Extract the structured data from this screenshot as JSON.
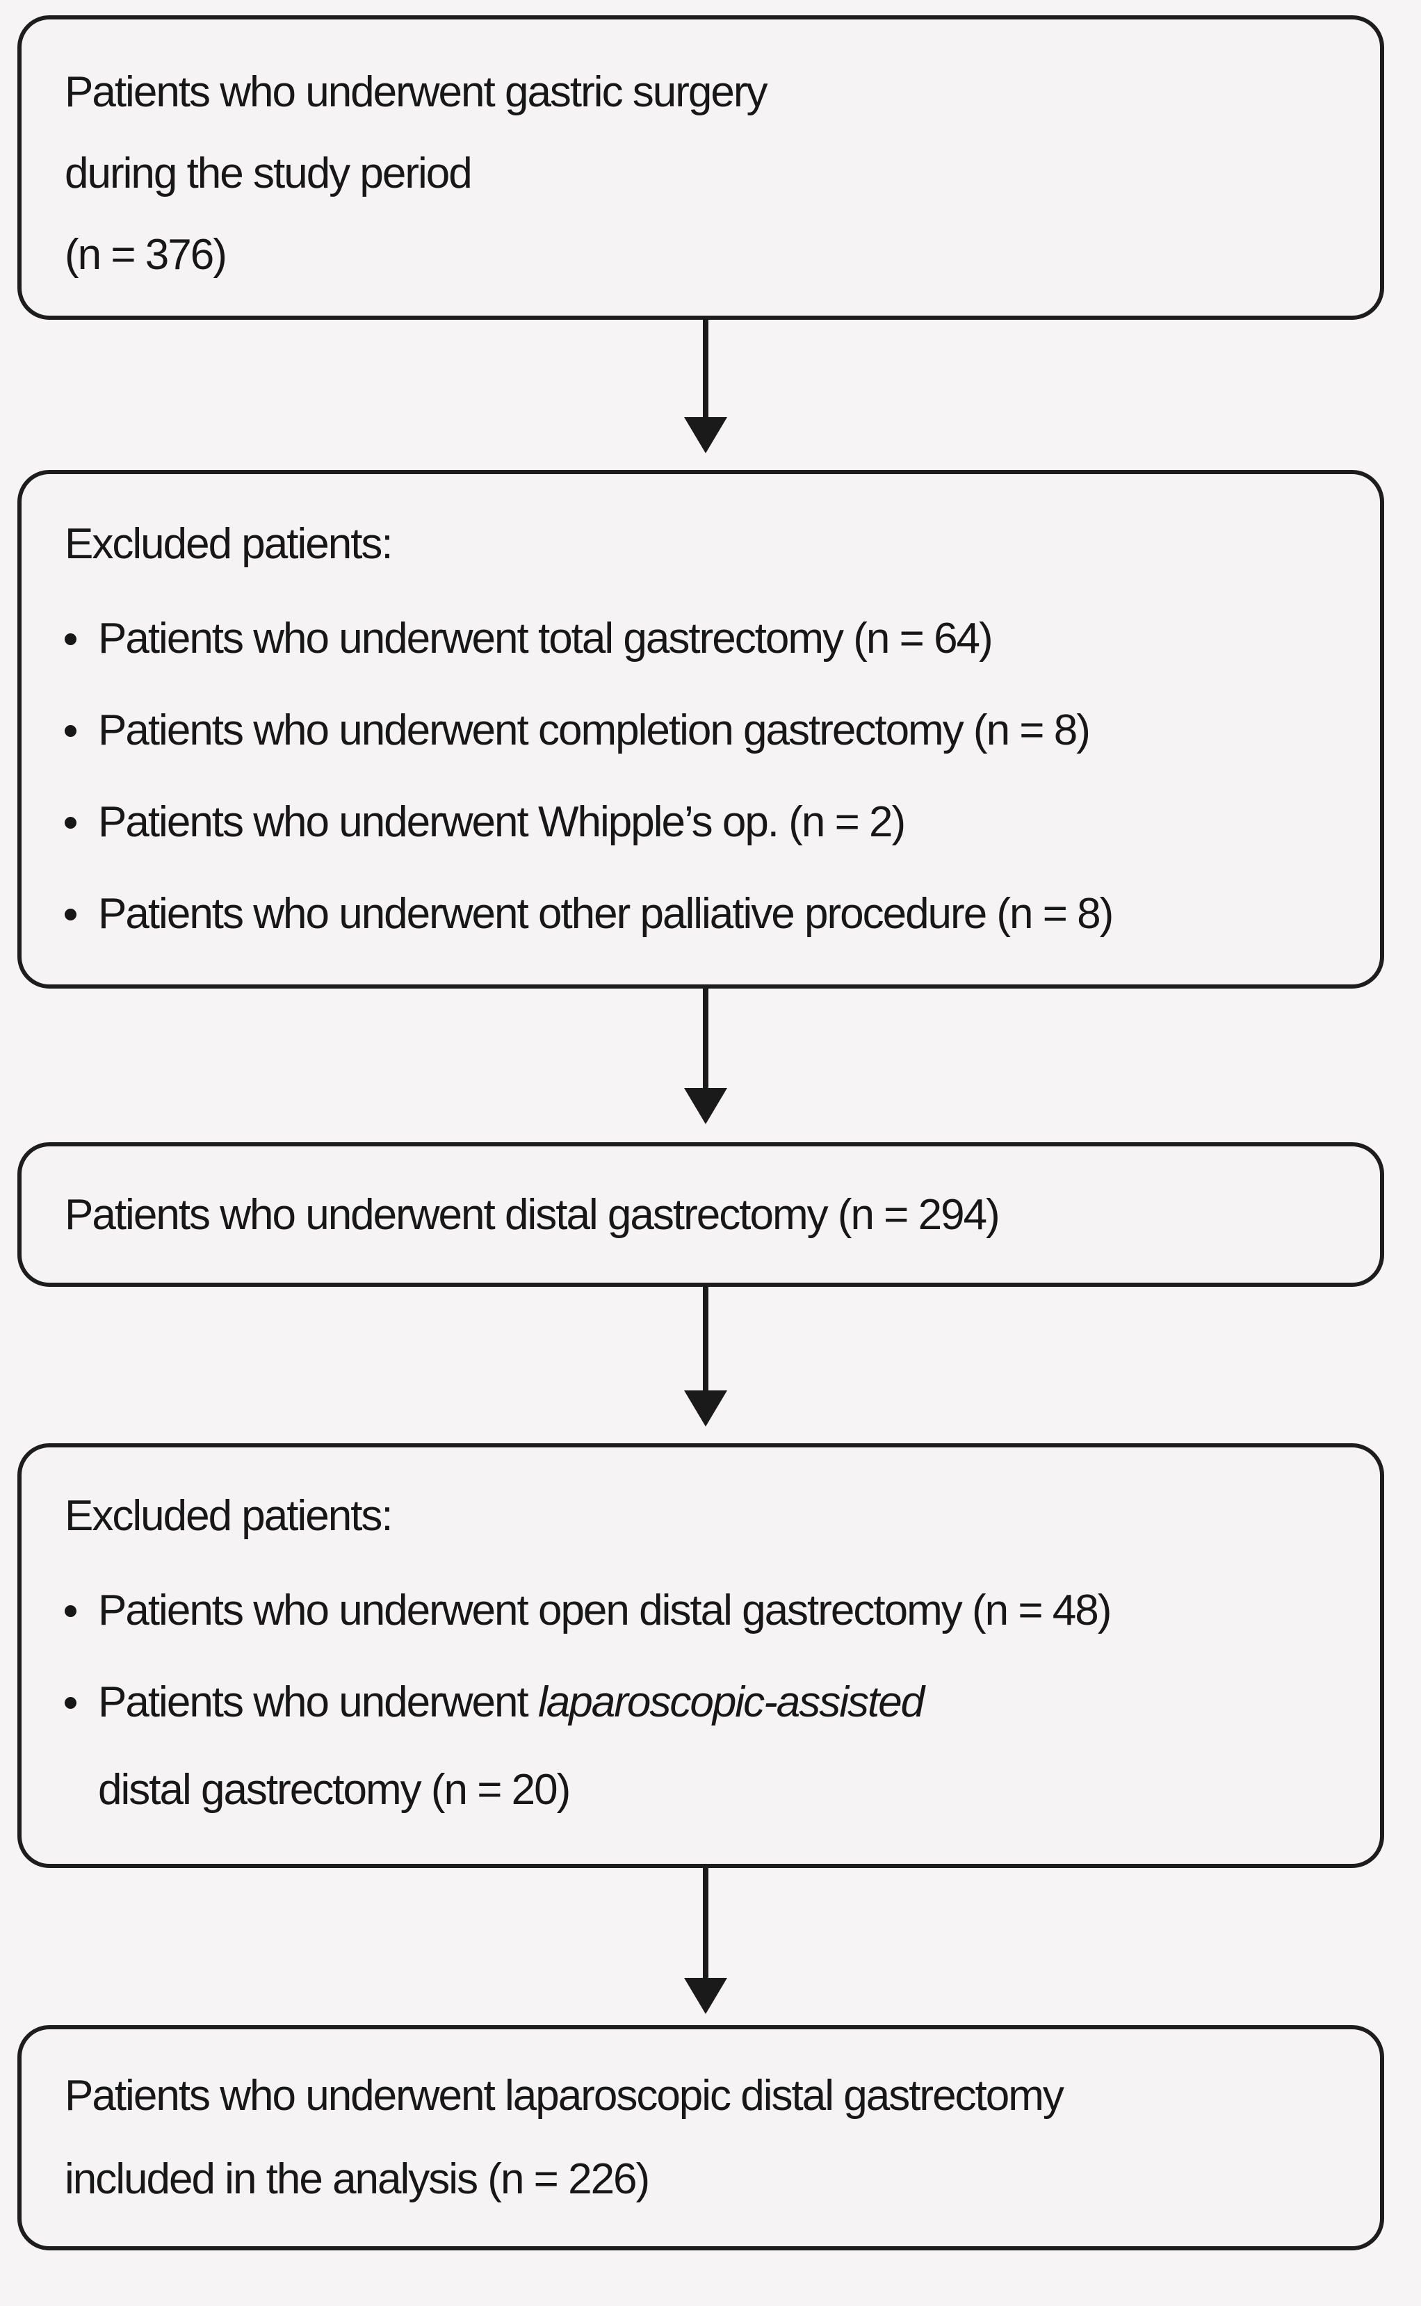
{
  "page": {
    "background_color": "#f7f4f6",
    "box_fill_color": "#f6f3f5",
    "border_color": "#1d1d1d",
    "text_color": "#171717",
    "arrow_color": "#1a1a1a"
  },
  "flowchart": {
    "box1": {
      "lines": [
        "Patients who underwent gastric surgery",
        "during the study period",
        "(n = 376)"
      ]
    },
    "box2": {
      "title": "Excluded patients:",
      "bullets": [
        "Patients who underwent total gastrectomy (n = 64)",
        "Patients who underwent completion gastrectomy (n = 8)",
        "Patients who underwent Whipple’s op. (n = 2)",
        "Patients who underwent other palliative procedure (n = 8)"
      ]
    },
    "box3": {
      "line": "Patients who underwent distal gastrectomy (n = 294)"
    },
    "box4": {
      "title": "Excluded patients:",
      "bullet1": "Patients who underwent open distal gastrectomy (n = 48)",
      "bullet2_prefix": "Patients who underwent ",
      "bullet2_italic": "laparoscopic-assisted",
      "bullet2_line2": "distal gastrectomy (n = 20)"
    },
    "box5": {
      "lines": [
        "Patients who underwent laparoscopic distal gastrectomy",
        "included in the analysis (n = 226)"
      ]
    }
  }
}
